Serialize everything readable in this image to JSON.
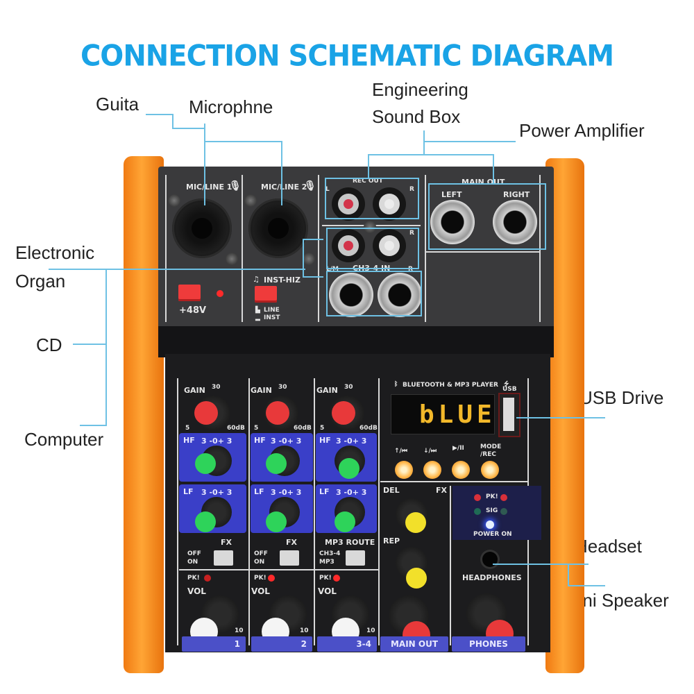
{
  "title": "CONNECTION SCHEMATIC DIAGRAM",
  "callouts": {
    "guitar": "Guita",
    "microphone": "Microphne",
    "engineering_sound_box_line1": "Engineering",
    "engineering_sound_box_line2": "Sound Box",
    "power_amplifier": "Power Amplifier",
    "electronic_organ_line1": "Electronic",
    "electronic_organ_line2": "Organ",
    "cd": "CD",
    "computer": "Computer",
    "usb_drive": "USB Drive",
    "headset": "Headset",
    "mini_speaker": "Mini Speaker"
  },
  "mixer": {
    "top_panel": {
      "mic_line_1": "MIC/LINE 1",
      "mic_line_2": "MIC/LINE 2",
      "phantom": "+48V",
      "inst_hiz": "INST-HIZ",
      "line": "LINE",
      "inst": "INST",
      "rec_out": "REC OUT",
      "left_short": "L",
      "right_short": "R",
      "ch34_in": "CH3-4 IN",
      "l_mono": "L/M",
      "main_out": "MAIN OUT",
      "main_left": "LEFT",
      "main_right": "RIGHT"
    },
    "channels": [
      {
        "gain": "GAIN",
        "gain_mid": "30",
        "gain_min": "5",
        "gain_max": "60dB",
        "hf": "HF",
        "lf": "LF",
        "eq_scale": "3 -0+ 3",
        "switch_title": "FX",
        "switch_up": "OFF",
        "switch_down": "ON",
        "pk": "PK!",
        "vol": "VOL",
        "vol_max": "10",
        "strip": "1"
      },
      {
        "gain": "GAIN",
        "gain_mid": "30",
        "gain_min": "5",
        "gain_max": "60dB",
        "hf": "HF",
        "lf": "LF",
        "eq_scale": "3 -0+ 3",
        "switch_title": "FX",
        "switch_up": "OFF",
        "switch_down": "ON",
        "pk": "PK!",
        "vol": "VOL",
        "vol_max": "10",
        "strip": "2"
      },
      {
        "gain": "GAIN",
        "gain_mid": "30",
        "gain_min": "5",
        "gain_max": "60dB",
        "hf": "HF",
        "lf": "LF",
        "eq_scale": "3 -0+ 3",
        "switch_title": "MP3 ROUTE",
        "switch_up": "CH3-4",
        "switch_down": "MP3",
        "pk": "PK!",
        "vol": "VOL",
        "vol_max": "10",
        "strip": "3-4"
      }
    ],
    "player": {
      "title": "BLUETOOTH & MP3 PLAYER",
      "usb": "USB",
      "display": "bLUE",
      "buttons": [
        "↑/⏮",
        "↓/⏭",
        "▶/II",
        "MODE /REC"
      ]
    },
    "fx": {
      "del": "DEL",
      "fx": "FX",
      "rep": "REP"
    },
    "indicators": {
      "pk": "PK!",
      "sig": "SIG",
      "power_on": "POWER ON"
    },
    "headphones": "HEADPHONES",
    "master_strip": "MAIN OUT",
    "phones_strip": "PHONES"
  },
  "colors": {
    "title": "#1aa3e6",
    "leader_lines": "#6ec1e4",
    "bumper": "#f58a1f",
    "eq_panel": "#3a3fc8",
    "display_digits": "#f2b82a"
  }
}
